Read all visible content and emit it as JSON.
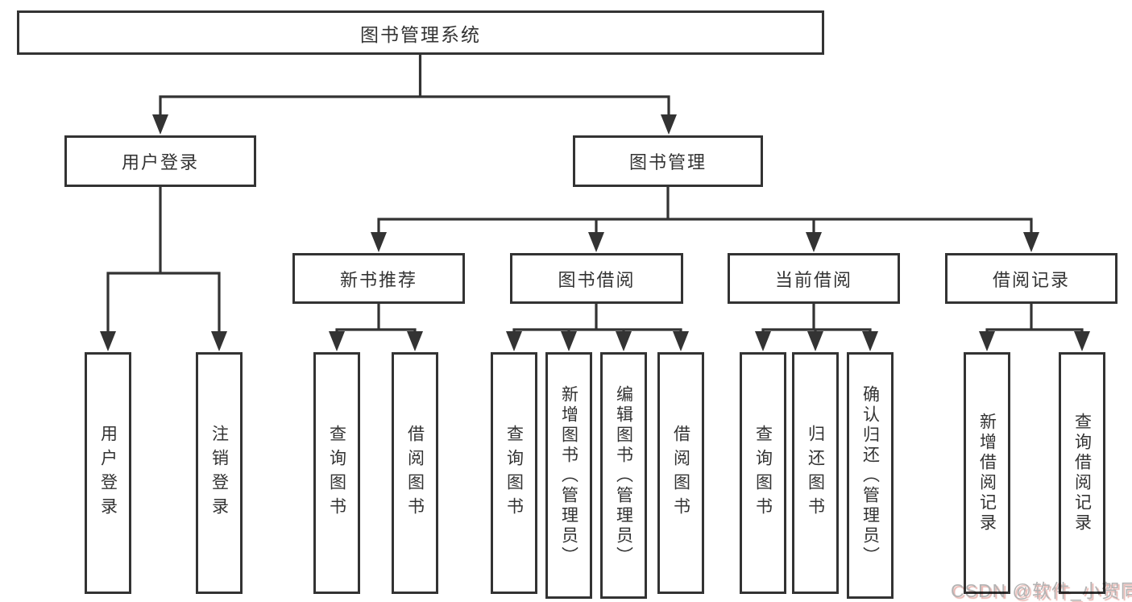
{
  "diagram": {
    "root": {
      "label": "图书管理系统"
    },
    "level2": {
      "user_login": {
        "label": "用户登录"
      },
      "book_management": {
        "label": "图书管理"
      }
    },
    "level3": {
      "new_book_recommend": {
        "label": "新书推荐"
      },
      "book_borrowing": {
        "label": "图书借阅"
      },
      "current_borrowing": {
        "label": "当前借阅"
      },
      "borrowing_records": {
        "label": "借阅记录"
      }
    },
    "leaves": {
      "user_login": [
        "用户登录",
        "注销登录"
      ],
      "new_book_recommend": [
        "查询图书",
        "借阅图书"
      ],
      "book_borrowing": [
        "查询图书",
        "新增图书（管理员）",
        "编辑图书（管理员）",
        "借阅图书"
      ],
      "current_borrowing": [
        "查询图书",
        "归还图书",
        "确认归还（管理员）"
      ],
      "borrowing_records": [
        "新增借阅记录",
        "查询借阅记录"
      ]
    },
    "colors": {
      "line": "#333333",
      "text": "#333333",
      "box_background": "#ffffff",
      "watermark_text": "#b3b3b3"
    },
    "watermark": "CSDN @软件_小贺同学"
  }
}
